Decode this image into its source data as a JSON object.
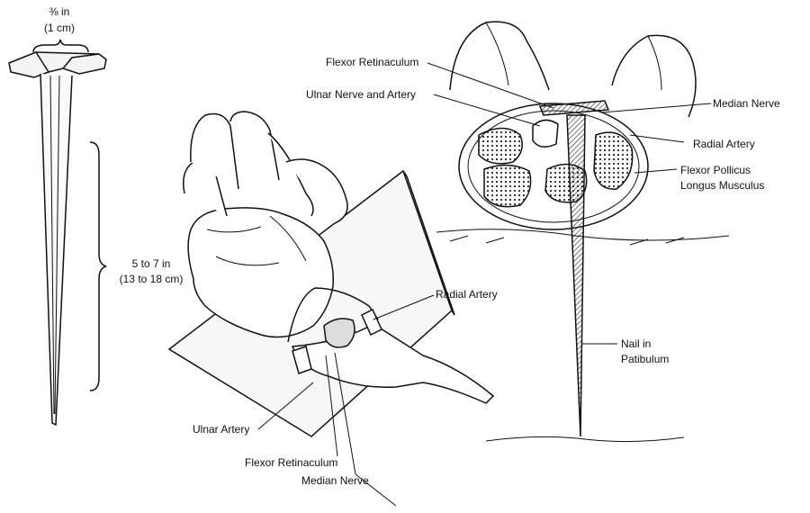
{
  "nail": {
    "head_width_label": "⅜ in",
    "head_width_metric": "(1 cm)",
    "length_label": "5 to 7 in",
    "length_metric": "(13 to 18 cm)"
  },
  "wrist_view": {
    "labels": {
      "radial_artery": "Radial Artery",
      "ulnar_artery": "Ulnar Artery",
      "flexor_retinaculum": "Flexor Retinaculum",
      "median_nerve": "Median Nerve"
    }
  },
  "cross_section": {
    "labels": {
      "flexor_retinaculum": "Flexor Retinaculum",
      "ulnar_nerve_artery": "Ulnar Nerve and Artery",
      "median_nerve": "Median Nerve",
      "radial_artery": "Radial Artery",
      "flexor_pollicus_1": "Flexor Pollicus",
      "flexor_pollicus_2": "Longus Musculus",
      "nail_in_patibulum_1": "Nail in",
      "nail_in_patibulum_2": "Patibulum"
    }
  }
}
